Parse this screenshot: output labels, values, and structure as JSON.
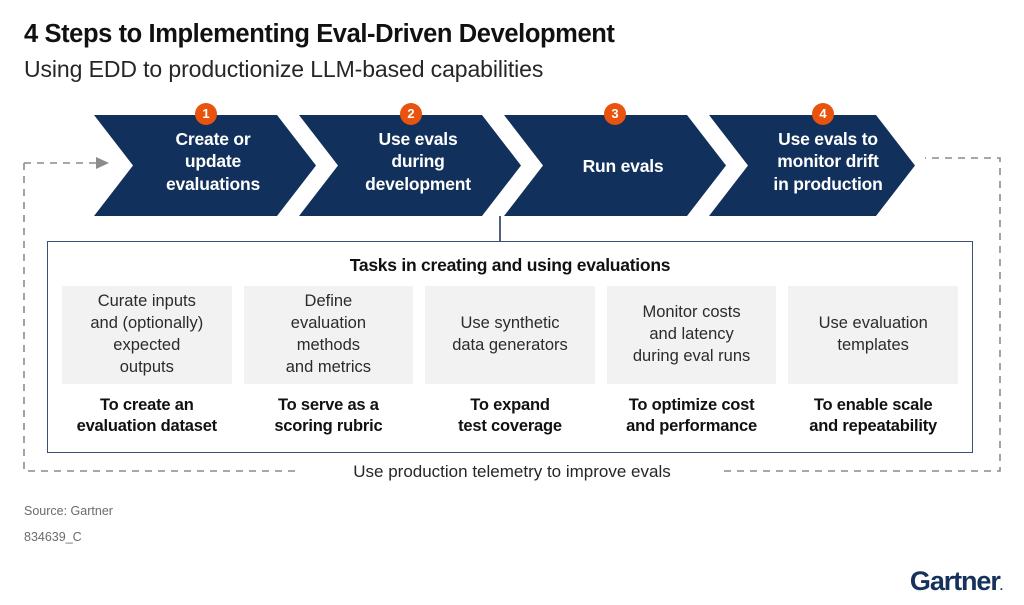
{
  "header": {
    "title": "4 Steps to Implementing Eval-Driven Development",
    "subtitle": "Using EDD to productionize LLM-based capabilities"
  },
  "colors": {
    "navy": "#12305C",
    "orange": "#E8530E",
    "panel_border": "#3B4F77",
    "task_box_bg": "#F2F2F2",
    "dashed_loop": "#8C8C8C",
    "logo_navy": "#16325C"
  },
  "steps": [
    {
      "number": "1",
      "label": "Create or\nupdate\nevaluations"
    },
    {
      "number": "2",
      "label": "Use evals\nduring\ndevelopment"
    },
    {
      "number": "3",
      "label": "Run evals"
    },
    {
      "number": "4",
      "label": "Use evals to\nmonitor drift\nin production"
    }
  ],
  "tasks_panel": {
    "heading": "Tasks in creating and using evaluations",
    "columns": [
      {
        "task": "Curate inputs\nand (optionally)\nexpected\noutputs",
        "outcome": "To create an\nevaluation dataset"
      },
      {
        "task": "Define\nevaluation\nmethods\nand metrics",
        "outcome": "To serve as a\nscoring rubric"
      },
      {
        "task": "Use synthetic\ndata generators",
        "outcome": "To expand\ntest coverage"
      },
      {
        "task": "Monitor costs\nand latency\nduring eval runs",
        "outcome": "To optimize cost\nand performance"
      },
      {
        "task": "Use evaluation\ntemplates",
        "outcome": "To enable scale\nand repeatability"
      }
    ]
  },
  "loop_caption": "Use production telemetry to improve evals",
  "footer": {
    "source": "Source: Gartner",
    "chart_id": "834639_C",
    "logo": "Gartner",
    "logo_tm": "."
  }
}
